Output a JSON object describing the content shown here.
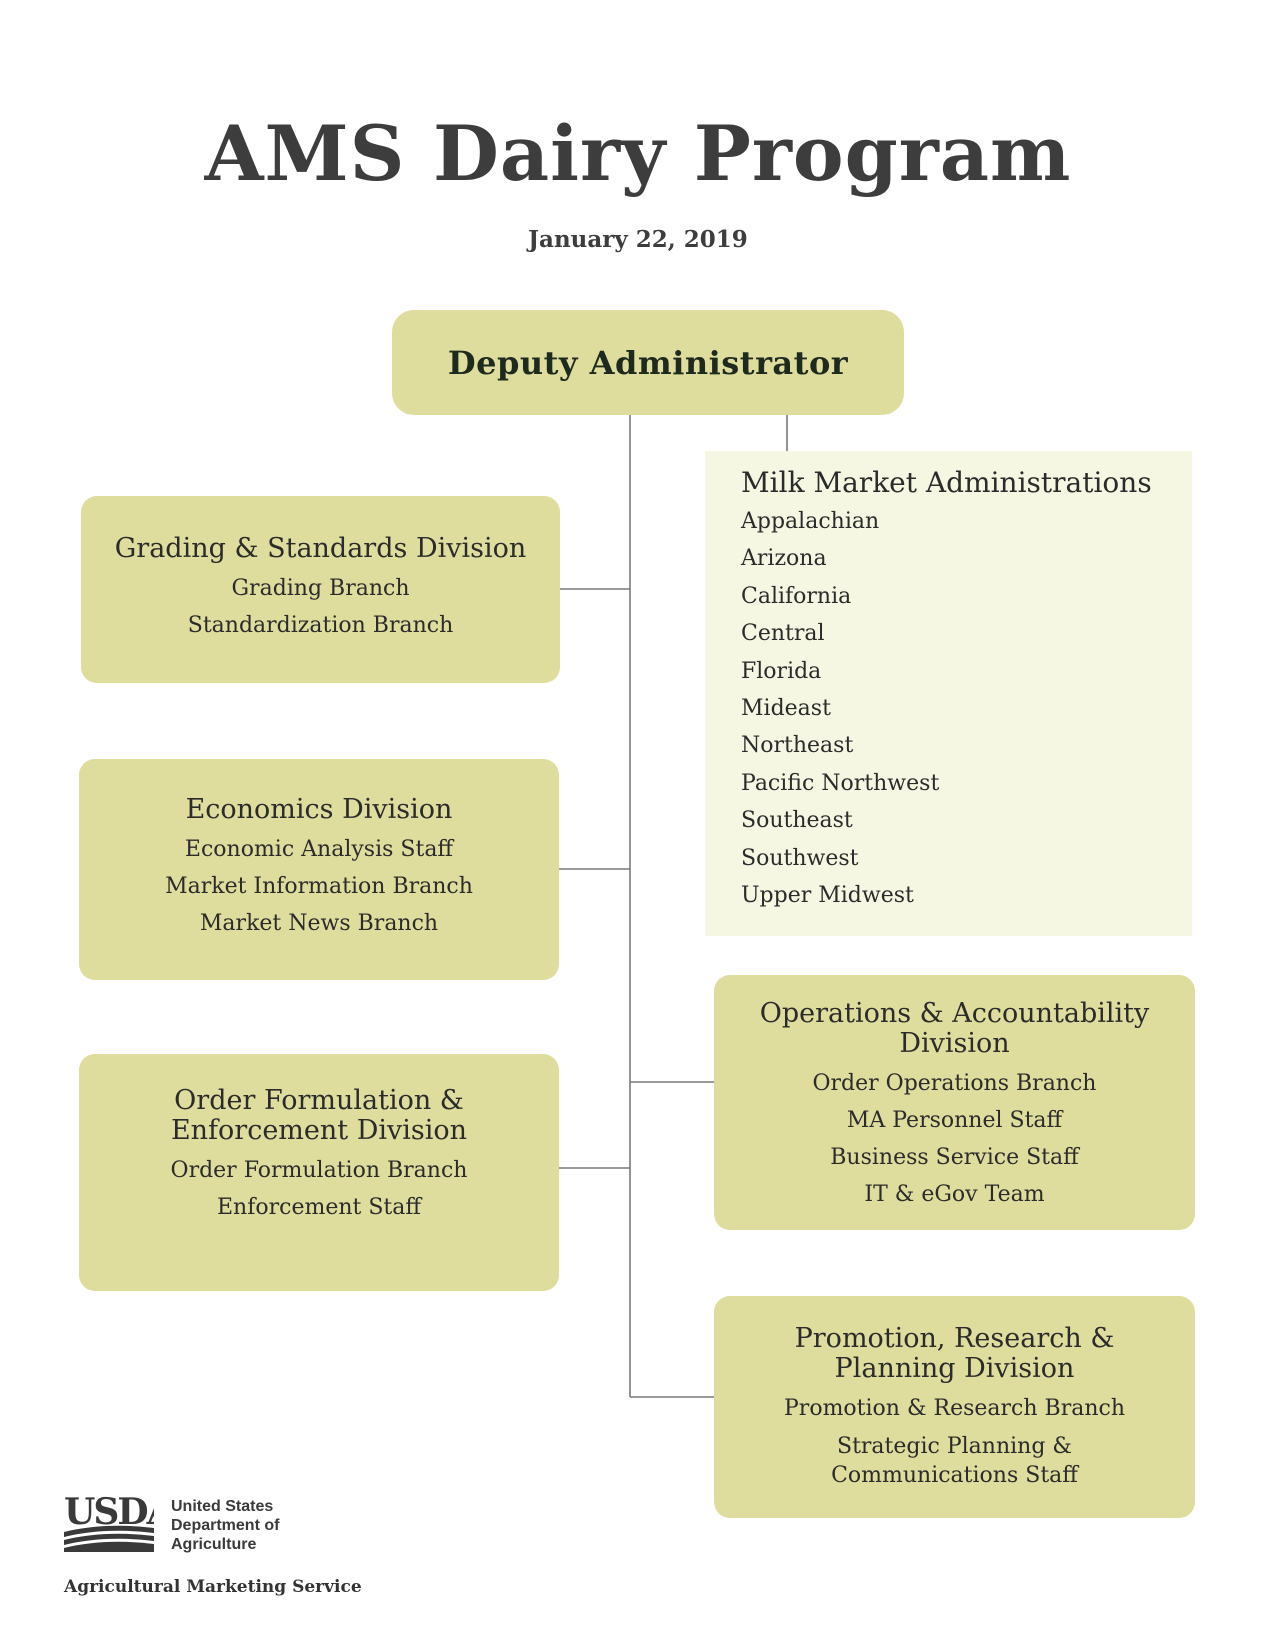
{
  "title": "AMS Dairy Program",
  "date": "January 22, 2019",
  "colors": {
    "box_fill": "#dedd9d",
    "mma_fill": "#f5f7e3",
    "line": "#7a7a7a",
    "text": "#3d3d3d"
  },
  "deputy": {
    "label": "Deputy Administrator"
  },
  "grading": {
    "title": "Grading & Standards Division",
    "items": [
      "Grading Branch",
      "Standardization Branch"
    ]
  },
  "economics": {
    "title": "Economics Division",
    "items": [
      "Economic Analysis Staff",
      "Market Information Branch",
      "Market News Branch"
    ]
  },
  "order": {
    "title": "Order Formulation &\nEnforcement  Division",
    "items": [
      "Order Formulation Branch",
      "Enforcement Staff"
    ]
  },
  "mma": {
    "title": "Milk Market Administrations",
    "items": [
      "Appalachian",
      "Arizona",
      "California",
      "Central",
      "Florida",
      "Mideast",
      "Northeast",
      "Pacific Northwest",
      "Southeast",
      "Southwest",
      "Upper Midwest"
    ]
  },
  "operations": {
    "title": "Operations & Accountability\nDivision",
    "items": [
      "Order Operations Branch",
      "MA Personnel Staff",
      "Business Service Staff",
      "IT & eGov Team"
    ]
  },
  "promotion": {
    "title": "Promotion, Research &\nPlanning  Division",
    "items": [
      "Promotion & Research Branch",
      "Strategic Planning &\nCommunications Staff"
    ]
  },
  "footer": {
    "logo_text": "USDA",
    "dept_lines": [
      "United States",
      "Department of",
      "Agriculture"
    ],
    "agency": "Agricultural Marketing Service"
  }
}
